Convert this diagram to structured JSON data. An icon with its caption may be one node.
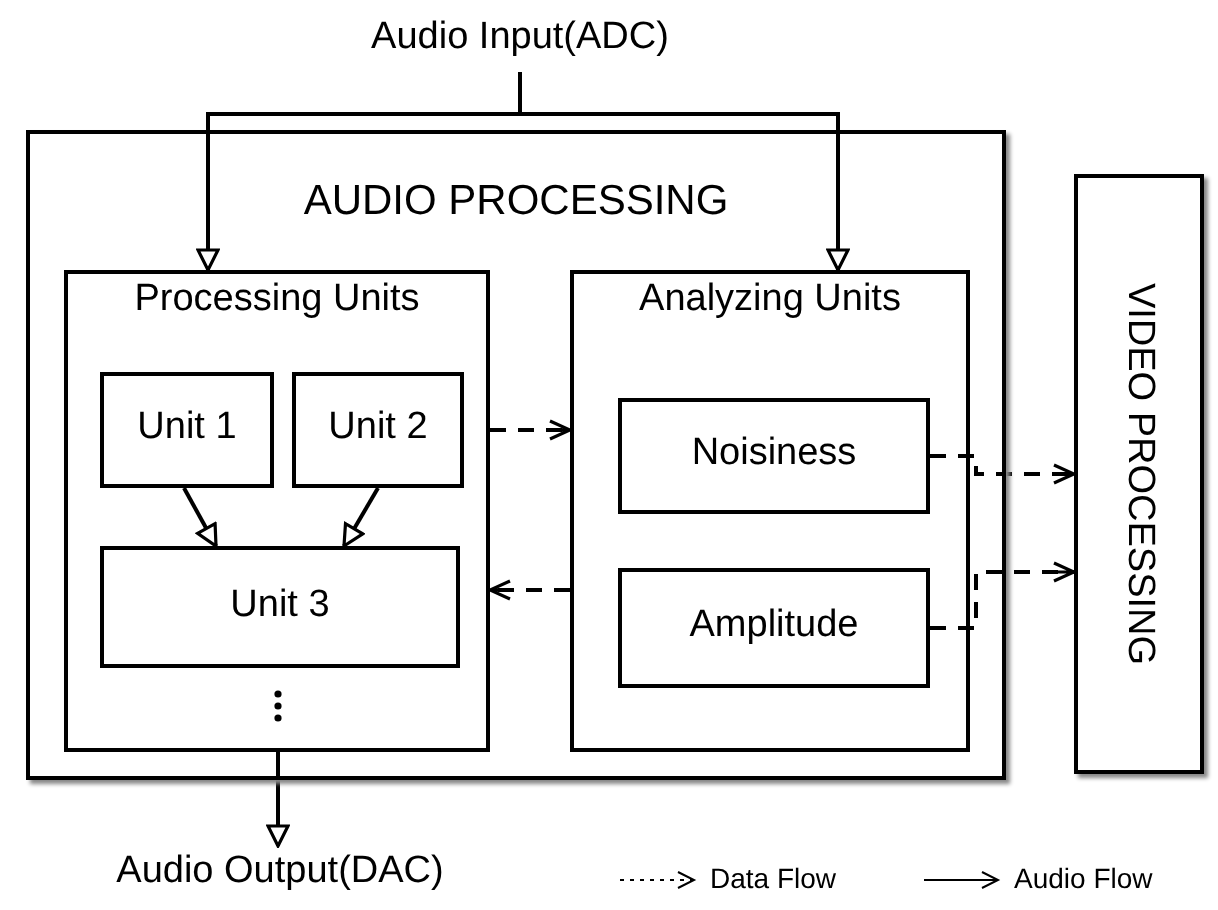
{
  "diagram": {
    "nodes": [
      {
        "text": [
          "Audio Input(ADC)"
        ]
      },
      {
        "text": [
          "AUDIO PROCESSING"
        ]
      },
      {
        "text": [
          "Processing Units"
        ],
        "in": 1
      },
      {
        "text": [
          "Unit 1"
        ],
        "in": 2
      },
      {
        "text": [
          "Unit 2"
        ],
        "in": 2
      },
      {
        "text": [
          "Unit 3"
        ],
        "in": 2
      },
      {
        "text": [
          "Analyzing Units"
        ],
        "in": 1
      },
      {
        "text": [
          "Noisiness"
        ],
        "in": 6
      },
      {
        "text": [
          "Amplitude"
        ],
        "in": 6
      },
      {
        "text": [
          "VIDEO PROCESSING"
        ]
      },
      {
        "text": [
          "Audio Output(DAC)"
        ]
      }
    ],
    "edges": [
      {
        "from": 0,
        "to": 2,
        "arrow": "to"
      },
      {
        "from": 0,
        "to": 6,
        "arrow": "to"
      },
      {
        "from": 3,
        "to": 5,
        "arrow": "to"
      },
      {
        "from": 4,
        "to": 5,
        "arrow": "to"
      },
      {
        "from": 2,
        "to": 6,
        "arrow": "to",
        "style": "dashed"
      },
      {
        "from": 6,
        "to": 2,
        "arrow": "to",
        "style": "dashed"
      },
      {
        "from": 7,
        "to": 9,
        "arrow": "to",
        "style": "dashed"
      },
      {
        "from": 8,
        "to": 9,
        "arrow": "to",
        "style": "dashed"
      },
      {
        "from": 2,
        "to": 10,
        "arrow": "to"
      }
    ],
    "legend": [
      {
        "text": "Data Flow"
      },
      {
        "text": "Audio Flow"
      }
    ]
  }
}
